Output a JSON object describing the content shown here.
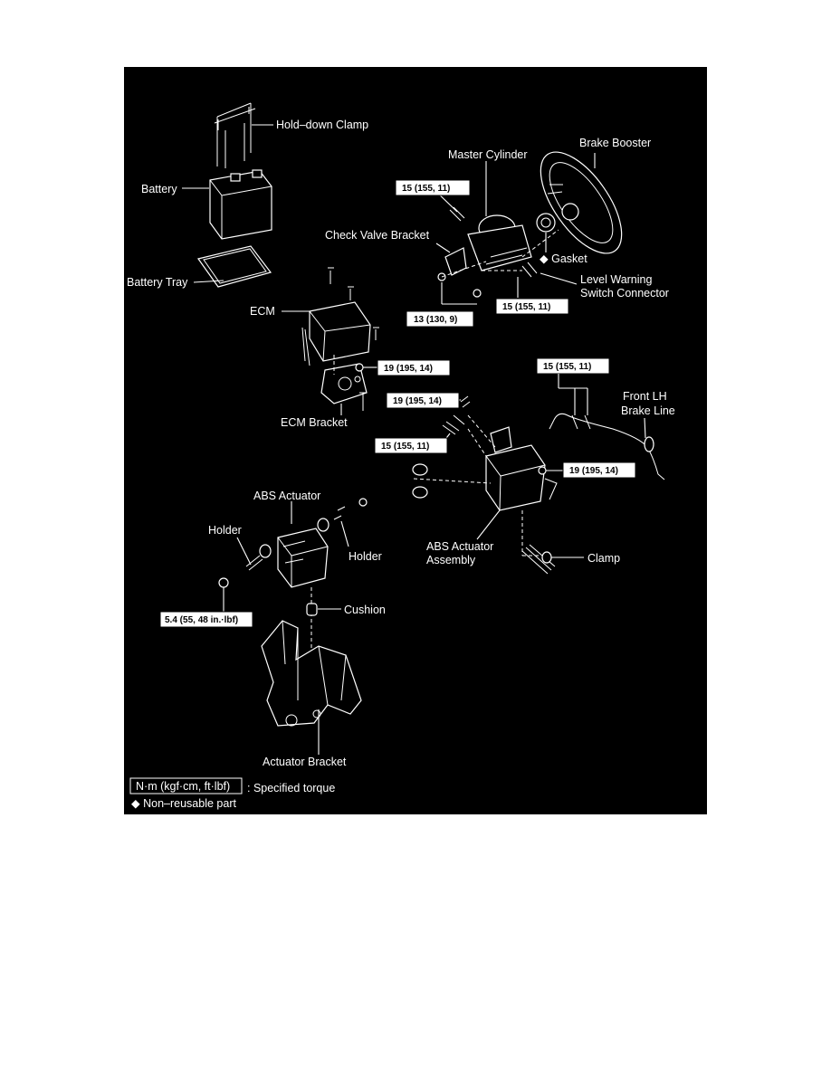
{
  "labels": {
    "hold_down_clamp": "Hold–down Clamp",
    "battery": "Battery",
    "battery_tray": "Battery Tray",
    "master_cylinder": "Master Cylinder",
    "brake_booster": "Brake Booster",
    "check_valve_bracket": "Check Valve Bracket",
    "gasket": "Gasket",
    "level_warning_1": "Level Warning",
    "level_warning_2": "Switch Connector",
    "ecm": "ECM",
    "ecm_bracket": "ECM Bracket",
    "front_lh_1": "Front LH",
    "front_lh_2": "Brake Line",
    "abs_actuator": "ABS Actuator",
    "holder_left": "Holder",
    "holder_right": "Holder",
    "abs_assembly_1": "ABS Actuator",
    "abs_assembly_2": "Assembly",
    "clamp": "Clamp",
    "cushion": "Cushion",
    "actuator_bracket": "Actuator Bracket"
  },
  "torques": {
    "t1": "15 (155, 11)",
    "t2": "13 (130, 9)",
    "t3": "15 (155, 11)",
    "t4": "19 (195, 14)",
    "t5": "15 (155, 11)",
    "t6": "19 (195, 14)",
    "t7": "15 (155, 11)",
    "t8": "19 (195, 14)",
    "t9": "5.4 (55, 48 in.·lbf)"
  },
  "legend": {
    "unit_box": "N·m (kgf·cm, ft·lbf)",
    "unit_desc": ": Specified torque",
    "non_reusable": "Non–reusable part",
    "marker_symbol": "◆"
  },
  "colors": {
    "background": "#000000",
    "ink": "#ffffff"
  }
}
